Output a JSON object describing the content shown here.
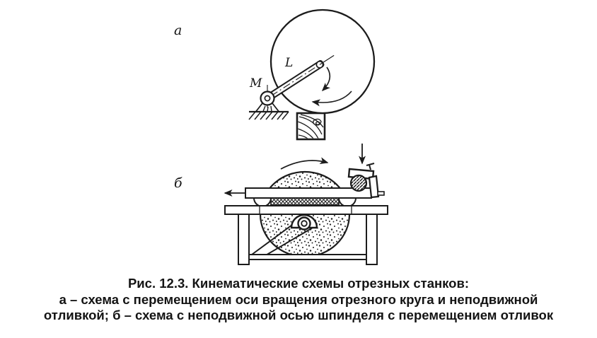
{
  "figure": {
    "labels": {
      "scheme_a": "а",
      "scheme_b": "б",
      "pivot": "M",
      "arm": "L"
    },
    "caption": {
      "line1": "Рис. 12.3. Кинематические схемы отрезных станков:",
      "line2": "а – схема с перемещением оси вращения отрезного круга и неподвижной",
      "line3": "отливкой; б – схема с неподвижной осью шпинделя с перемещением отливок"
    },
    "colors": {
      "ink": "#1c1c1c",
      "background": "#ffffff"
    }
  }
}
